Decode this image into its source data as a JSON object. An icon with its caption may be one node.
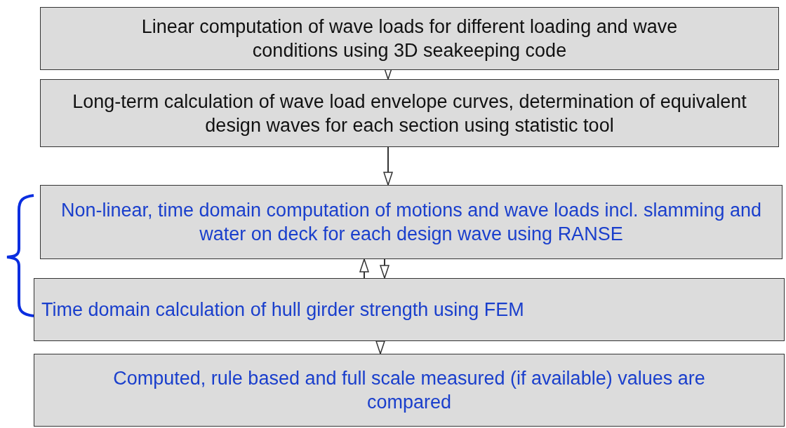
{
  "diagram": {
    "nodes": [
      {
        "text": [
          "Linear computation of wave loads for different loading and wave conditions using 3D seakeeping code"
        ]
      },
      {
        "text": [
          "Long-term calculation of wave load envelope curves, determination of equivalent design waves for each section using statistic tool"
        ]
      },
      {
        "text": [
          "Non-linear, time domain computation of motions and wave loads incl. slamming and water on deck for each design wave using RANSE"
        ]
      },
      {
        "text": [
          "Time domain calculation of hull girder strength using FEM"
        ]
      },
      {
        "text": [
          "Computed, rule based and full scale measured (if available) values are compared"
        ]
      }
    ],
    "edges": [
      {
        "from": 0,
        "to": 1,
        "arrow": "to"
      },
      {
        "from": 1,
        "to": 2,
        "arrow": "to"
      },
      {
        "from": 2,
        "to": 3,
        "arrow": "to"
      },
      {
        "from": 3,
        "to": 2,
        "arrow": "to"
      },
      {
        "from": 3,
        "to": 4,
        "arrow": "to"
      }
    ]
  }
}
